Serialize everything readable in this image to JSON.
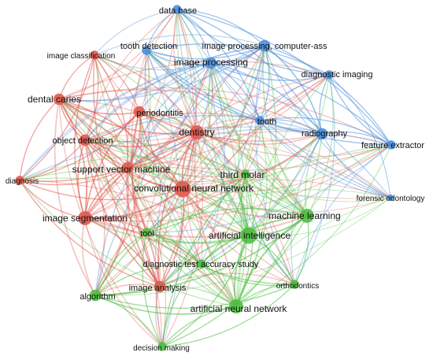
{
  "colors": {
    "red": "#e05a4e",
    "green": "#4cbf3f",
    "blue": "#4a8fde"
  },
  "nodes": [
    {
      "id": "data-base",
      "label": "data base",
      "cluster": "blue",
      "weight": 2
    },
    {
      "id": "tooth-detection",
      "label": "tooth detection",
      "cluster": "blue",
      "weight": 2
    },
    {
      "id": "image-processing-computer-ass",
      "label": "image processing, computer-ass",
      "cluster": "blue",
      "weight": 3
    },
    {
      "id": "image-classification",
      "label": "image classification",
      "cluster": "red",
      "weight": 2
    },
    {
      "id": "image-processing",
      "label": "image processing",
      "cluster": "blue",
      "weight": 3
    },
    {
      "id": "diagnostic-imaging",
      "label": "diagnostic imaging",
      "cluster": "blue",
      "weight": 2
    },
    {
      "id": "dental-caries",
      "label": "dental caries",
      "cluster": "red",
      "weight": 3
    },
    {
      "id": "periodontitis",
      "label": "periodontitis",
      "cluster": "red",
      "weight": 3
    },
    {
      "id": "tooth",
      "label": "tooth",
      "cluster": "blue",
      "weight": 2
    },
    {
      "id": "dentistry",
      "label": "dentistry",
      "cluster": "red",
      "weight": 4
    },
    {
      "id": "radiography",
      "label": "radiography",
      "cluster": "blue",
      "weight": 3
    },
    {
      "id": "object-detection",
      "label": "object detection",
      "cluster": "red",
      "weight": 3
    },
    {
      "id": "feature-extractor",
      "label": "feature extractor",
      "cluster": "blue",
      "weight": 2
    },
    {
      "id": "support-vector-machine",
      "label": "support vector machine",
      "cluster": "red",
      "weight": 3
    },
    {
      "id": "third-molar",
      "label": "third molar",
      "cluster": "green",
      "weight": 2
    },
    {
      "id": "diagnosis",
      "label": "diagnosis",
      "cluster": "red",
      "weight": 2
    },
    {
      "id": "convolutional-neural-network",
      "label": "convolutional neural network",
      "cluster": "red",
      "weight": 5
    },
    {
      "id": "forensic-odontology",
      "label": "forensic odontology",
      "cluster": "blue",
      "weight": 1
    },
    {
      "id": "image-segmentation",
      "label": "image segmentation",
      "cluster": "red",
      "weight": 4
    },
    {
      "id": "machine-learning",
      "label": "machine learning",
      "cluster": "green",
      "weight": 4
    },
    {
      "id": "tool",
      "label": "tool",
      "cluster": "green",
      "weight": 2
    },
    {
      "id": "artificial-intelligence",
      "label": "artificial intelligence",
      "cluster": "green",
      "weight": 5
    },
    {
      "id": "diagnostic-test-accuracy-study",
      "label": "diagnostic test accuracy study",
      "cluster": "green",
      "weight": 2
    },
    {
      "id": "orthodontics",
      "label": "orthodontics",
      "cluster": "green",
      "weight": 2
    },
    {
      "id": "image-analysis",
      "label": "image analysis",
      "cluster": "red",
      "weight": 3
    },
    {
      "id": "algorithm",
      "label": "algorithm",
      "cluster": "green",
      "weight": 3
    },
    {
      "id": "artificial-neural-network",
      "label": "artificial neural network",
      "cluster": "green",
      "weight": 4
    },
    {
      "id": "decision-making",
      "label": "decision making",
      "cluster": "green",
      "weight": 2
    }
  ]
}
